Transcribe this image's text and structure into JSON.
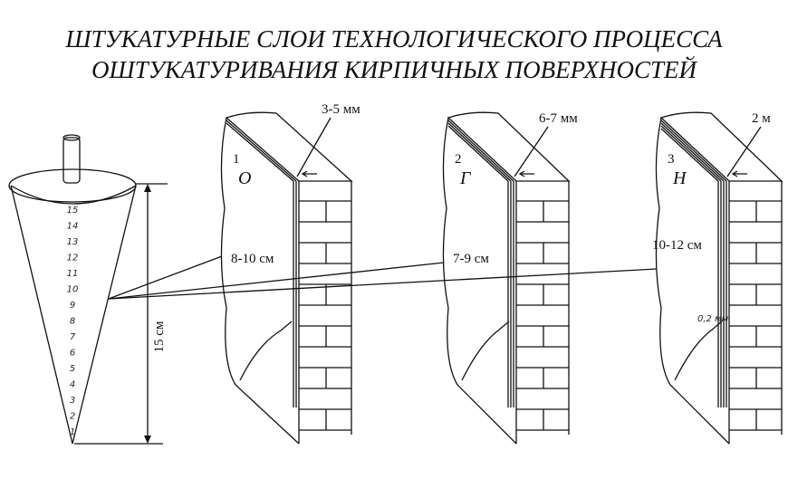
{
  "title": {
    "line1": "ШТУКАТУРНЫЕ СЛОИ ТЕХНОЛОГИЧЕСКОГО ПРОЦЕССА",
    "line2": "ОШТУКАТУРИВАНИЯ КИРПИЧНЫХ ПОВЕРХНОСТЕЙ"
  },
  "cone": {
    "scale": [
      "15",
      "14",
      "13",
      "12",
      "11",
      "10",
      "9",
      "8",
      "7",
      "6",
      "5",
      "4",
      "3",
      "2",
      "1"
    ],
    "height_label": "15 см"
  },
  "panels": [
    {
      "number": "1",
      "letter": "О",
      "thickness": "3-5 мм",
      "cone_depth": "8-10 см"
    },
    {
      "number": "2",
      "letter": "Г",
      "thickness": "6-7 мм",
      "cone_depth": "7-9 см"
    },
    {
      "number": "3",
      "letter": "Н",
      "thickness": "2 м",
      "cone_depth": "10-12 см",
      "note": "0,2 мм"
    }
  ]
}
